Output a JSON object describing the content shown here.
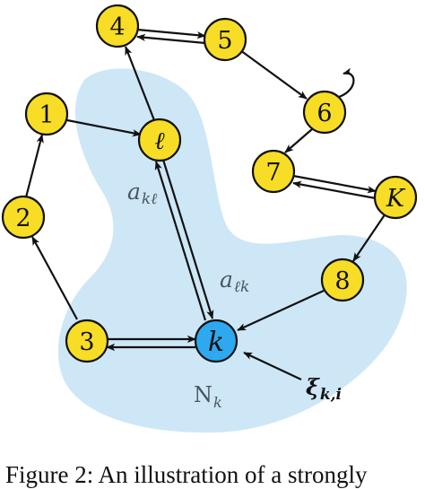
{
  "colors": {
    "node_fill": "#f7dd25",
    "focus_node_fill": "#2ea8ee",
    "neighborhood_fill": "#cde7f7",
    "stroke": "#111111"
  },
  "nodes": {
    "n1": "1",
    "n2": "2",
    "n3": "3",
    "n4": "4",
    "n5": "5",
    "n6": "6",
    "n7": "7",
    "n8": "8",
    "nK": "K",
    "nl": "ℓ",
    "nk": "k"
  },
  "labels": {
    "a_kl_main": "a",
    "a_kl_sub": "kℓ",
    "a_lk_main": "a",
    "a_lk_sub": "ℓk",
    "xi_main": "ξ",
    "xi_sub": "k,i",
    "nbhd_main": "N",
    "nbhd_sub": "k"
  },
  "caption": "Figure 2: An illustration of a strongly"
}
